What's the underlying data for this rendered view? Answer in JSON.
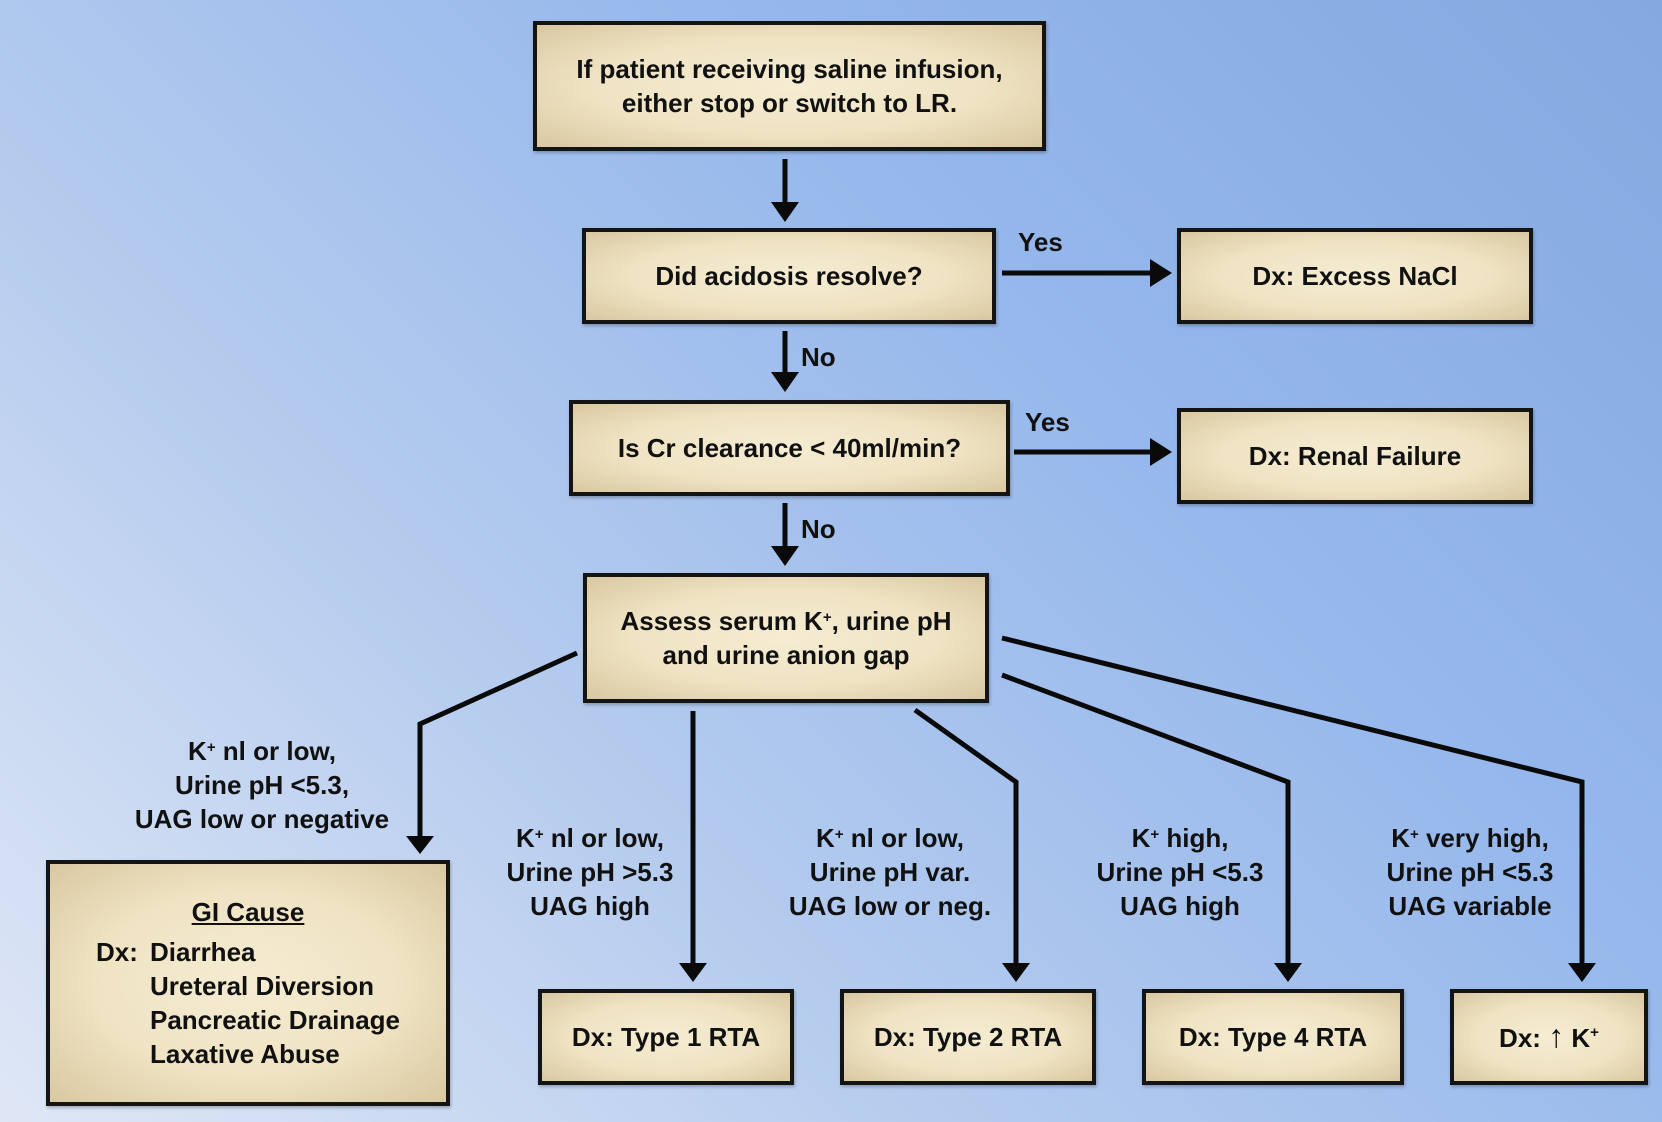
{
  "flowchart": {
    "start": {
      "line1": "If patient receiving saline infusion,",
      "line2": "either stop or switch to LR."
    },
    "q1": {
      "text": "Did acidosis resolve?",
      "yes_label": "Yes",
      "no_label": "No"
    },
    "dx_nacl": {
      "text": "Dx: Excess NaCl"
    },
    "q2": {
      "text": "Is Cr clearance < 40ml/min?",
      "yes_label": "Yes",
      "no_label": "No"
    },
    "dx_renal": {
      "text": "Dx: Renal Failure"
    },
    "assess": {
      "line1_pre": "Assess serum K",
      "line1_sup": "+",
      "line1_post": ", urine pH",
      "line2": "and urine anion gap"
    },
    "branches": [
      {
        "k": "K",
        "sup": "+",
        "k_rest": " nl or low,",
        "l2": "Urine pH <5.3,",
        "l3": "UAG low or negative"
      },
      {
        "k": "K",
        "sup": "+",
        "k_rest": " nl or low,",
        "l2": "Urine pH >5.3",
        "l3": "UAG high"
      },
      {
        "k": "K",
        "sup": "+",
        "k_rest": " nl or low,",
        "l2": "Urine pH var.",
        "l3": "UAG low or neg."
      },
      {
        "k": "K",
        "sup": "+",
        "k_rest": " high,",
        "l2": "Urine pH <5.3",
        "l3": "UAG high"
      },
      {
        "k": "K",
        "sup": "+",
        "k_rest": " very high,",
        "l2": "Urine pH <5.3",
        "l3": "UAG variable"
      }
    ],
    "gi": {
      "title": "GI Cause",
      "prefix": "Dx:",
      "items": [
        "Diarrhea",
        "Ureteral Diversion",
        "Pancreatic Drainage",
        "Laxative Abuse"
      ]
    },
    "dx_type1": {
      "text": "Dx: Type 1 RTA"
    },
    "dx_type2": {
      "text": "Dx: Type 2 RTA"
    },
    "dx_type4": {
      "text": "Dx: Type 4 RTA"
    },
    "dx_hyperk": {
      "pre": "Dx: ",
      "arrow": "↑",
      "k": " K",
      "sup": "+"
    }
  }
}
